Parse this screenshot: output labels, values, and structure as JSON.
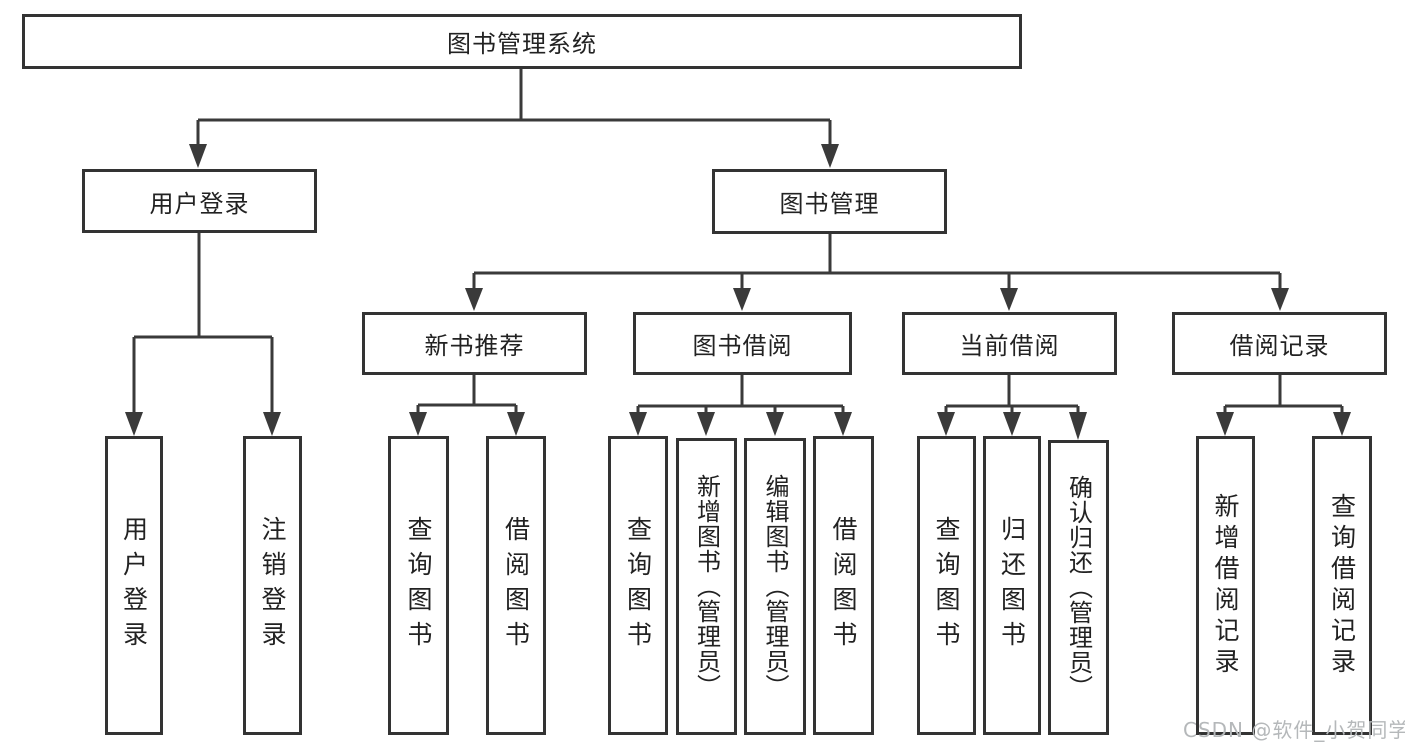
{
  "root": {
    "label": "图书管理系统"
  },
  "level1": [
    {
      "id": "user-login",
      "label": "用户登录"
    },
    {
      "id": "book-management",
      "label": "图书管理"
    }
  ],
  "level2": [
    {
      "id": "new-book-recommendation",
      "label": "新书推荐",
      "parent": "图书管理"
    },
    {
      "id": "book-borrowing",
      "label": "图书借阅",
      "parent": "图书管理"
    },
    {
      "id": "current-borrowing",
      "label": "当前借阅",
      "parent": "图书管理"
    },
    {
      "id": "borrowing-records",
      "label": "借阅记录",
      "parent": "图书管理"
    }
  ],
  "leaves": [
    {
      "id": "user-login-leaf",
      "label": "用户登录",
      "parent": "用户登录"
    },
    {
      "id": "logout",
      "label": "注销登录",
      "parent": "用户登录"
    },
    {
      "id": "query-books-recommend",
      "label": "查询图书",
      "parent": "新书推荐"
    },
    {
      "id": "borrow-books-recommend",
      "label": "借阅图书",
      "parent": "新书推荐"
    },
    {
      "id": "query-books-borrowing",
      "label": "查询图书",
      "parent": "图书借阅"
    },
    {
      "id": "add-book-admin",
      "label": "新增图书（管理员）",
      "parent": "图书借阅"
    },
    {
      "id": "edit-book-admin",
      "label": "编辑图书（管理员）",
      "parent": "图书借阅"
    },
    {
      "id": "borrow-books-borrowing",
      "label": "借阅图书",
      "parent": "图书借阅"
    },
    {
      "id": "query-books-current",
      "label": "查询图书",
      "parent": "当前借阅"
    },
    {
      "id": "return-books",
      "label": "归还图书",
      "parent": "当前借阅"
    },
    {
      "id": "confirm-return-admin",
      "label": "确认归还（管理员）",
      "parent": "当前借阅"
    },
    {
      "id": "add-borrow-record",
      "label": "新增借阅记录",
      "parent": "借阅记录"
    },
    {
      "id": "query-borrow-record",
      "label": "查询借阅记录",
      "parent": "借阅记录"
    }
  ],
  "watermark": {
    "text": "CSDN @软件_小贺同学"
  },
  "colors": {
    "line": "#3a3a3a",
    "border": "#333333",
    "text": "#222222",
    "background": "#ffffff",
    "watermark": "#b5b8ba"
  }
}
